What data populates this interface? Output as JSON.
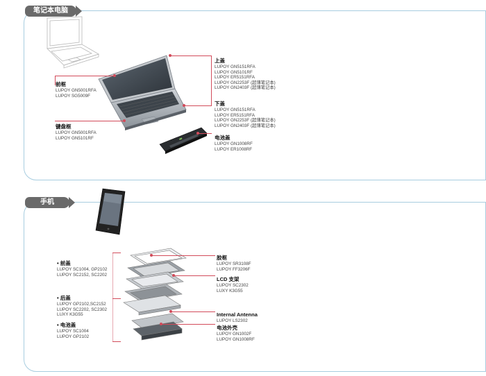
{
  "laptop_section": {
    "title": "笔记本电脑",
    "top_cover": {
      "heading": "上盖",
      "items": [
        "LUPOY GN5151RFA",
        "LUPOY GN5101RF",
        "LUPOY ER5151RFA",
        "LUPOY GN2253F (超薄笔记本)",
        "LUPOY GN2403F (超薄笔记本)"
      ]
    },
    "front_frame": {
      "heading": "前框",
      "items": [
        "LUPOY GN5001RFA",
        "LUPOY SG5009F"
      ]
    },
    "bottom_cover": {
      "heading": "下盖",
      "items": [
        "LUPOY GN5151RFA",
        "LUPOY ER5151RFA",
        "LUPOY GN2253F (超薄笔记本)",
        "LUPOY GN2403F (超薄笔记本)"
      ]
    },
    "keyboard_frame": {
      "heading": "键盘框",
      "items": [
        "LUPOY GN5001RFA",
        "LUPOY GN5101RF"
      ]
    },
    "battery_cover": {
      "heading": "电池盖",
      "items": [
        "LUPOY GN1008RF",
        "LUPOY ER1008RF"
      ]
    }
  },
  "phone_section": {
    "title": "手机",
    "front_cover": {
      "heading": "前盖",
      "items": [
        "LUPOY SC1004, GP2102",
        "LUPOY SC2152, SC2202"
      ]
    },
    "back_cover": {
      "heading": "后盖",
      "items": [
        "LUPOY GP2102,SC2152",
        "LUPOY SC2202, SC2302",
        "LUXY K3G55"
      ]
    },
    "battery_cover": {
      "heading": "电池盖",
      "items": [
        "LUPOY SC1004",
        "LUPOY GP2102"
      ]
    },
    "frame": {
      "heading": "胶框",
      "items": [
        "LUPOY SR3108F",
        "LUPOY FF3206F"
      ]
    },
    "lcd_bracket": {
      "heading": "LCD 支架",
      "items": [
        "LUPOY SC2302",
        "LUXY K3G55"
      ]
    },
    "antenna": {
      "heading": "Internal Antenna",
      "items": [
        "LUPOY LS2302"
      ]
    },
    "battery_shell": {
      "heading": "电池外壳",
      "items": [
        "LUPOY GN1002F",
        "LUPOY GN1008RF"
      ]
    }
  },
  "colors": {
    "accent_line": "#d24b5a",
    "border": "#a8cde0",
    "tab_bg": "#6a6a6a"
  }
}
